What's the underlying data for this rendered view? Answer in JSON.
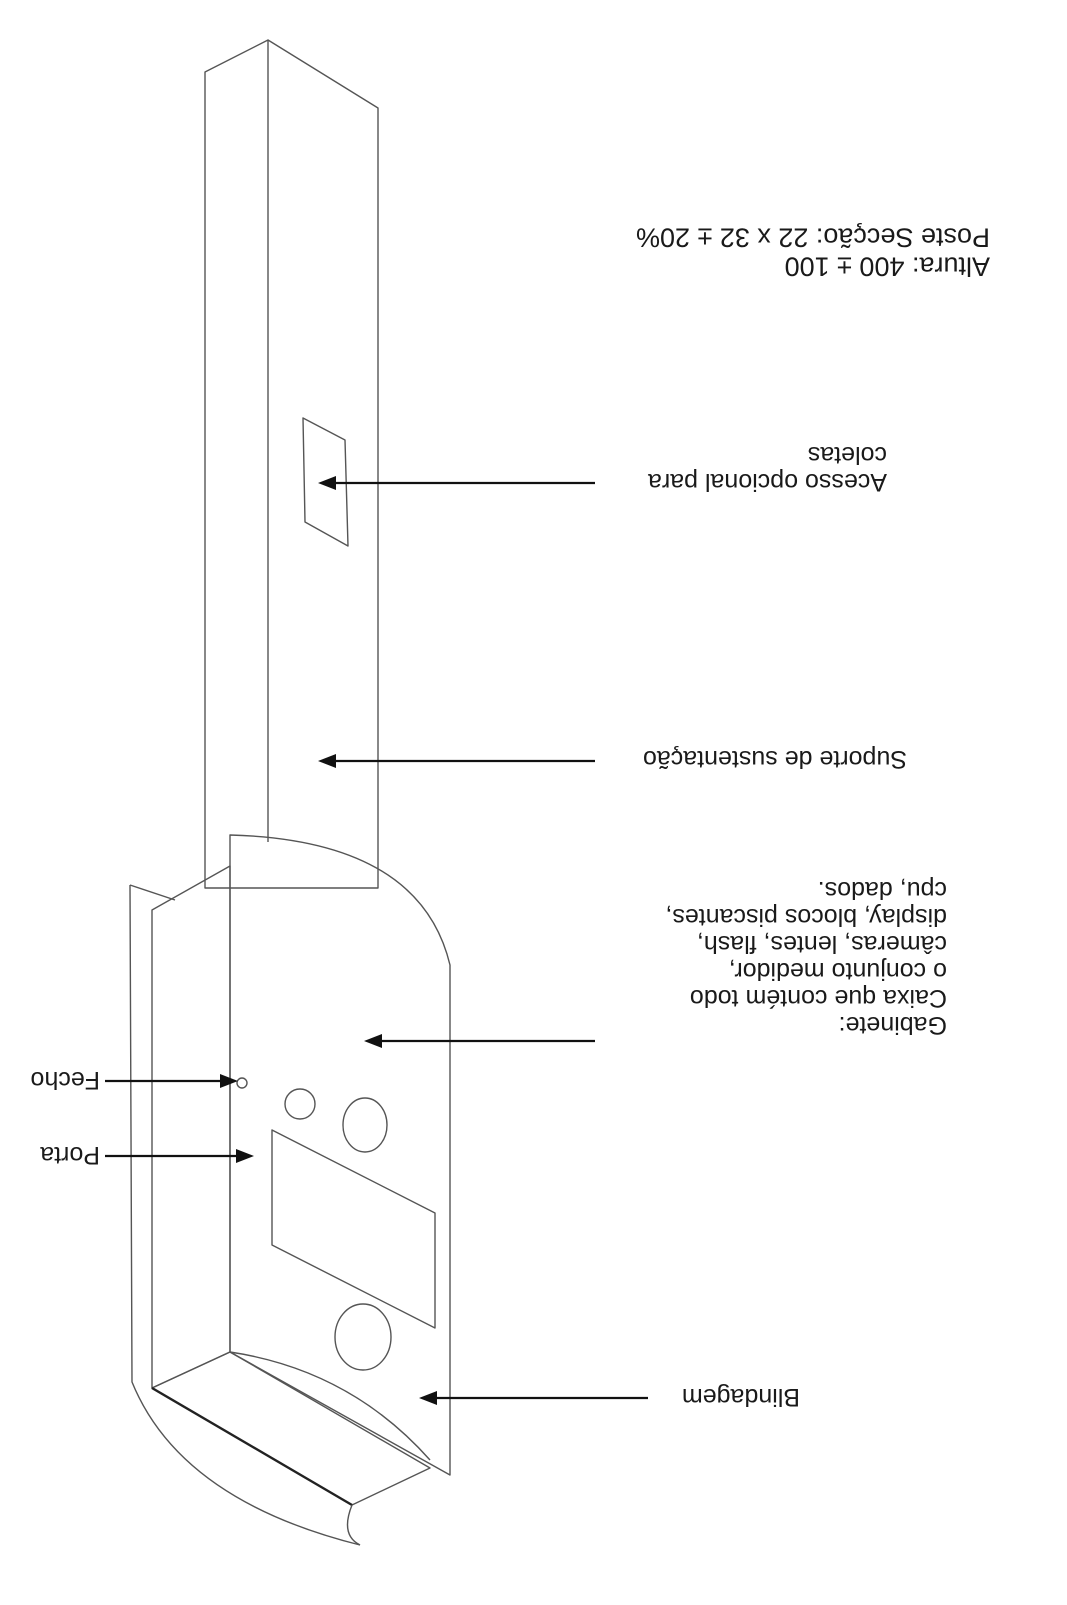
{
  "specs": {
    "height_line": "Altura: 400 ± 100",
    "section_line": "Poste Secção: 22 x 32 ± 20%"
  },
  "labels": {
    "access": {
      "line1": "Acesso opcional para",
      "line2": "coletas"
    },
    "support": "Suporte de sustentação",
    "cabinet": {
      "line1": "Gabinete:",
      "line2": "Caixa que contém todo",
      "line3": "o conjunto medidor,",
      "line4": "câmeras, lentes, flash,",
      "line5": "display, blocos piscantes,",
      "line6": "cpu, dados."
    },
    "latch": "Fecho",
    "door": "Porta",
    "shield": "Blindagem"
  },
  "colors": {
    "ink": "#1a1a1a",
    "drawing": "#555555",
    "background": "#ffffff"
  }
}
